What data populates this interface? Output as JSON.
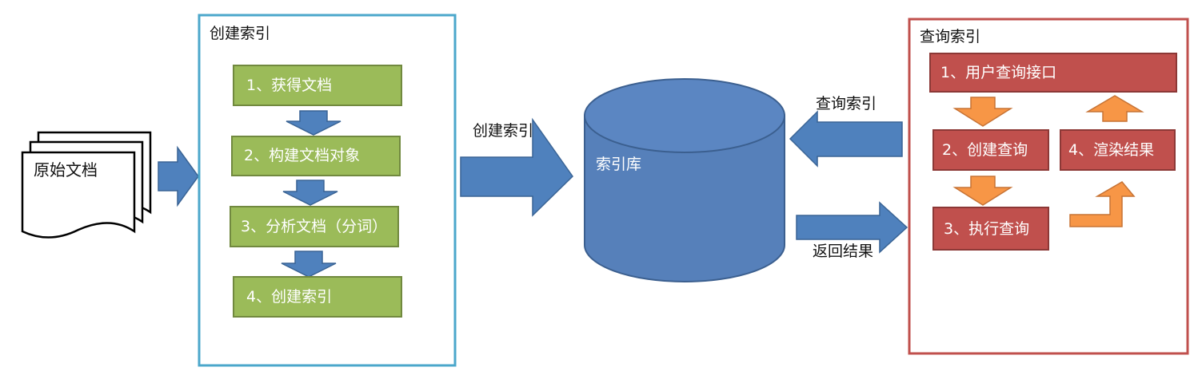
{
  "source_doc": {
    "label": "原始文档"
  },
  "create_panel": {
    "title": "创建索引",
    "steps": [
      "1、获得文档",
      "2、构建文档对象",
      "3、分析文档（分词）",
      "4、创建索引"
    ]
  },
  "arrow_create_label": "创建索引",
  "database": {
    "label": "索引库"
  },
  "arrow_query_label": "查询索引",
  "arrow_return_label": "返回结果",
  "query_panel": {
    "title": "查询索引",
    "step1": "1、用户查询接口",
    "step2": "2、创建查询",
    "step3": "3、执行查询",
    "step4": "4、渲染结果"
  },
  "colors": {
    "create_border": "#4ba7cb",
    "step_green": "#9bbb59",
    "step_green_border": "#71893f",
    "arrow_blue": "#4f81bd",
    "db_blue": "#5680ba",
    "query_border": "#c0504d",
    "step_red": "#c0504d",
    "step_red_border": "#8c3836",
    "arrow_orange": "#f79646"
  }
}
